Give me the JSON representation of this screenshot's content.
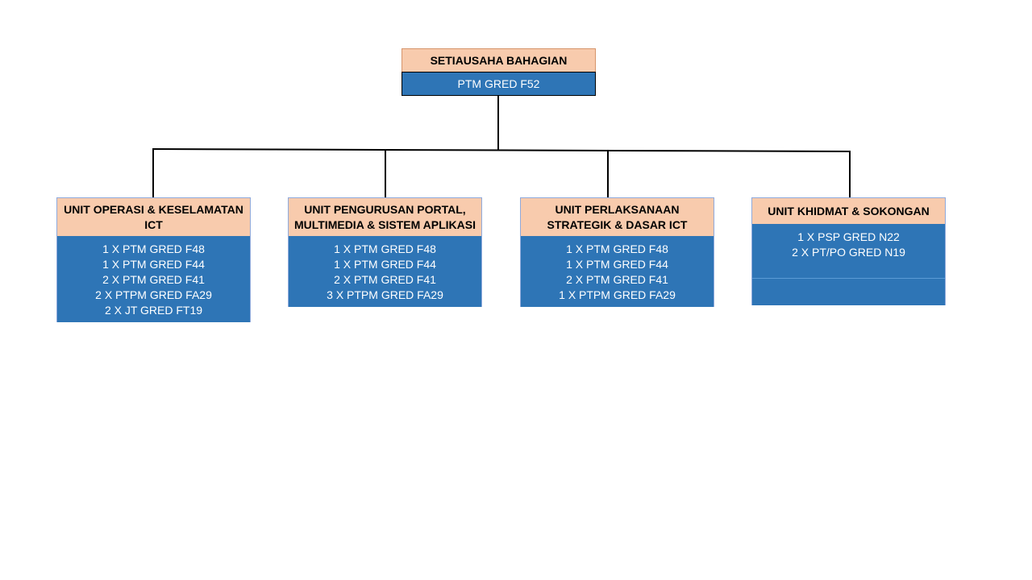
{
  "root": {
    "title": "SETIAUSAHA BAHAGIAN",
    "staff": "PTM GRED F52"
  },
  "units": [
    {
      "title": "UNIT OPERASI & KESELAMATAN ICT",
      "staff": [
        "1 X PTM GRED F48",
        "1 X PTM GRED F44",
        "2 X PTM GRED F41",
        "2 X PTPM GRED FA29",
        "2 X JT GRED FT19"
      ]
    },
    {
      "title": "UNIT PENGURUSAN  PORTAL, MULTIMEDIA & SISTEM APLIKASI",
      "staff": [
        "1 X PTM GRED F48",
        "1 X PTM GRED F44",
        "2 X PTM GRED F41",
        "3 X PTPM GRED FA29"
      ]
    },
    {
      "title": "UNIT PERLAKSANAAN STRATEGIK & DASAR ICT",
      "staff": [
        "1 X PTM GRED F48",
        "1 X PTM GRED F44",
        "2 X PTM GRED F41",
        "1 X PTPM GRED FA29"
      ]
    },
    {
      "title": "UNIT KHIDMAT  & SOKONGAN",
      "staff": [
        "1 X PSP GRED N22",
        "2 X PT/PO GRED N19"
      ]
    }
  ],
  "colors": {
    "header_fill": "#f8cbad",
    "body_fill": "#2e75b6",
    "connector": "#000000"
  }
}
